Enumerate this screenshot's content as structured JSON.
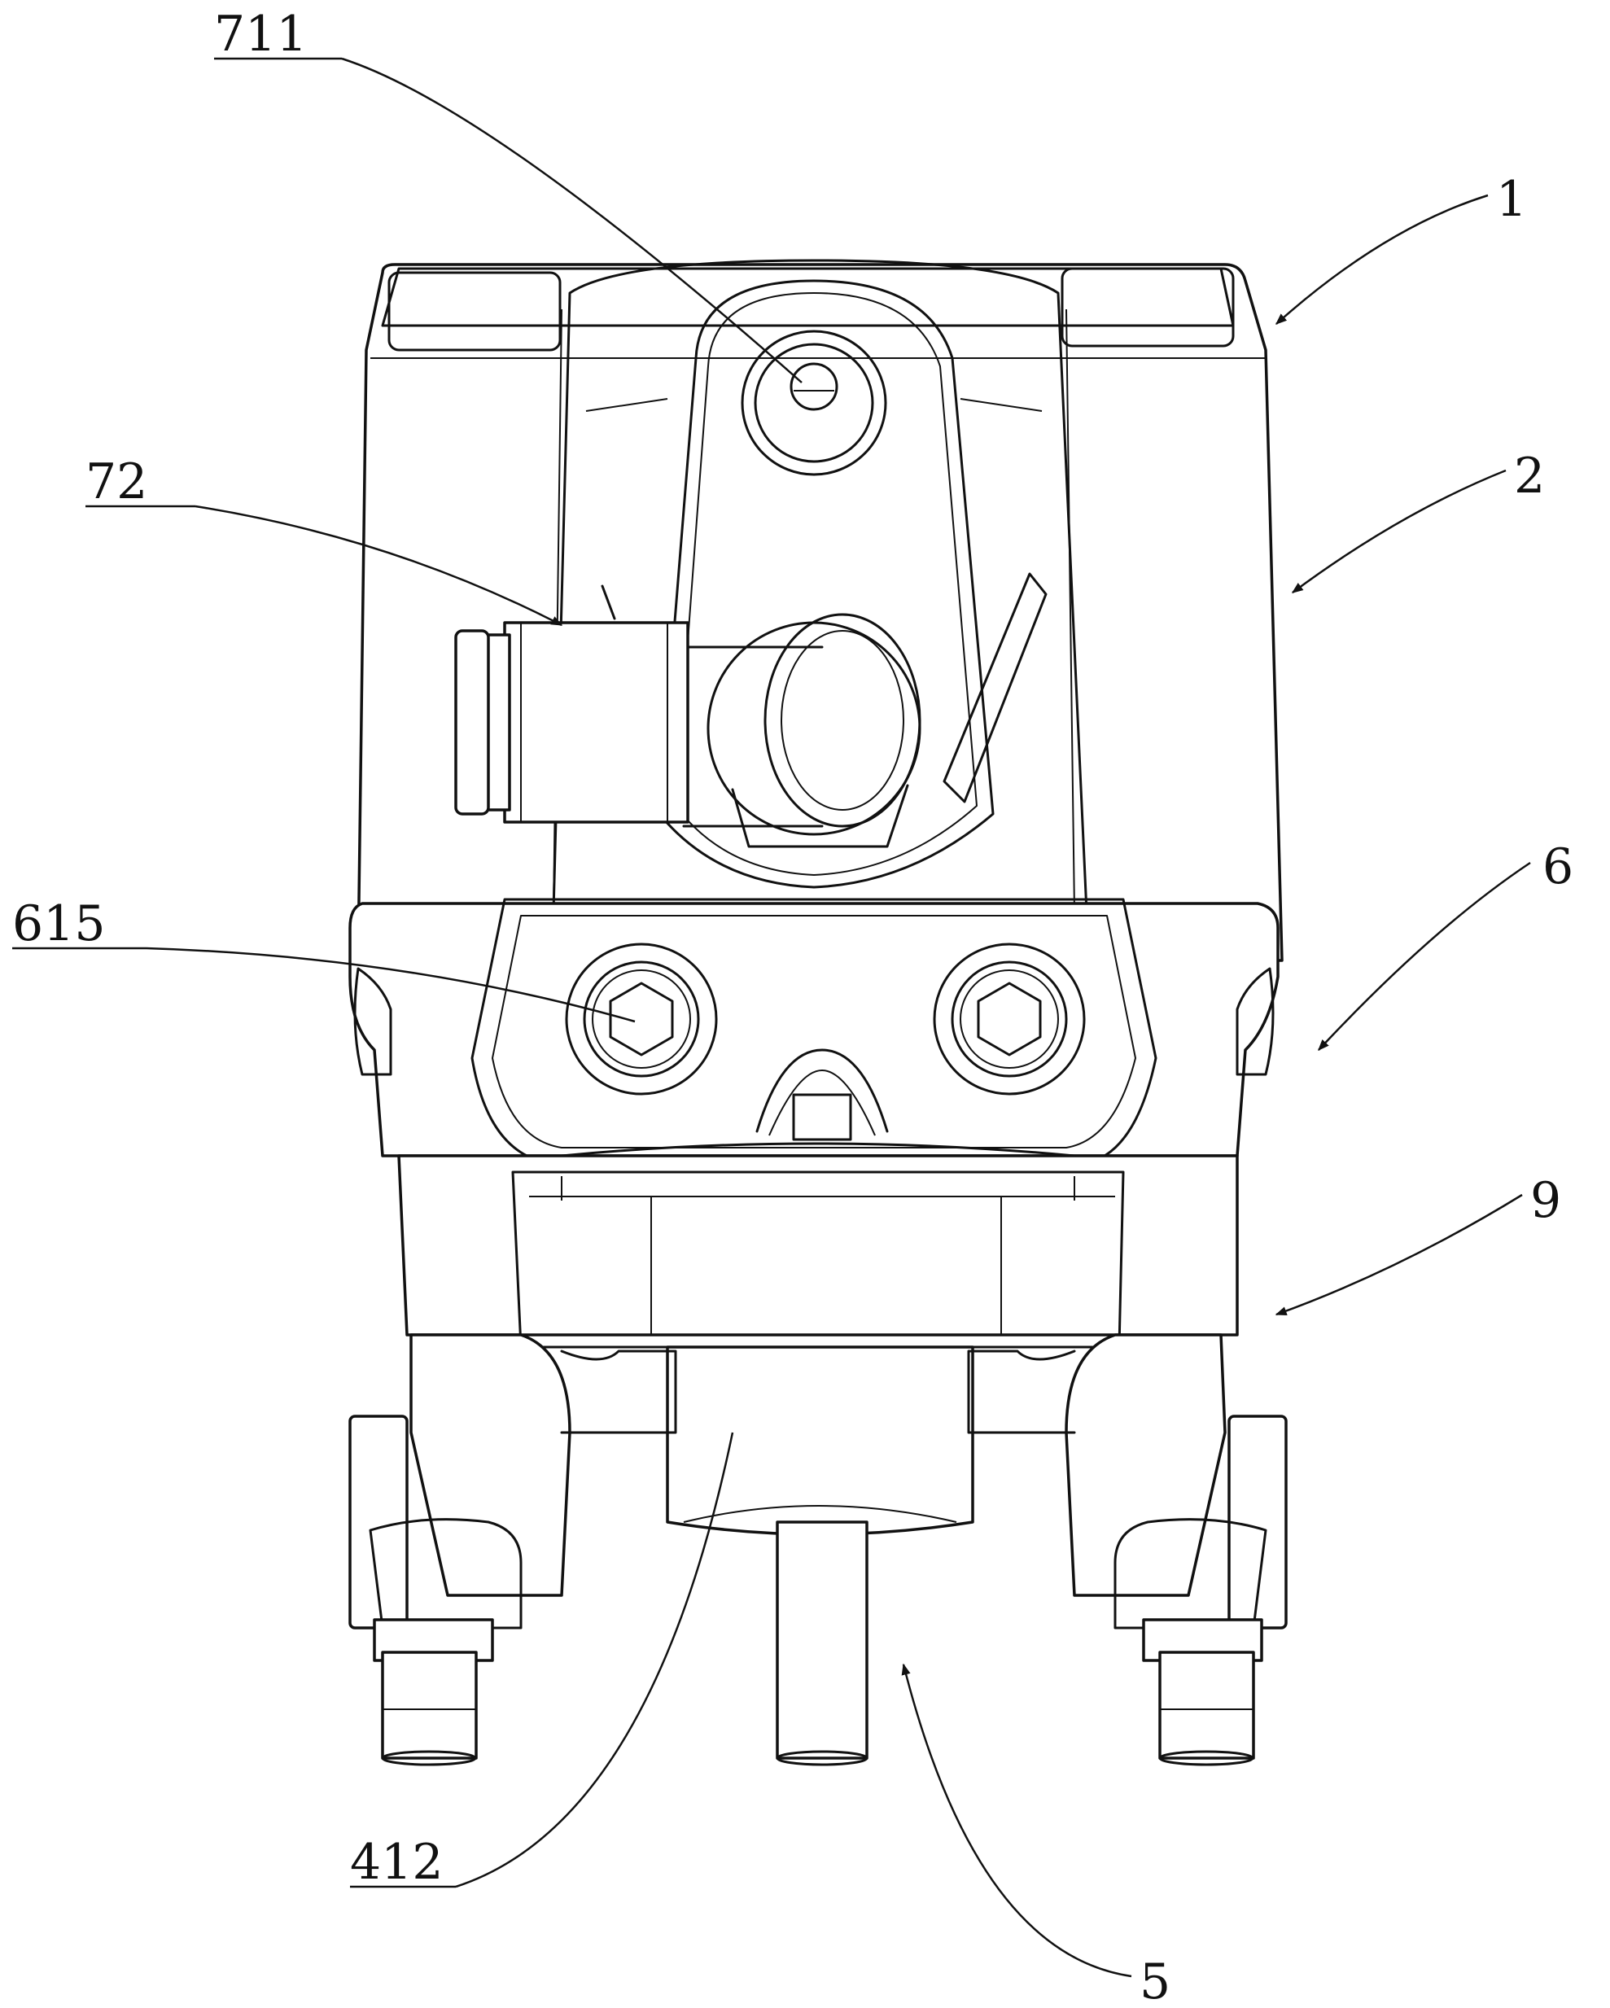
{
  "labels": {
    "l711": "711",
    "l72": "72",
    "l615": "615",
    "l1": "1",
    "l2": "2",
    "l6": "6",
    "l9": "9",
    "l412": "412",
    "l5": "5"
  }
}
